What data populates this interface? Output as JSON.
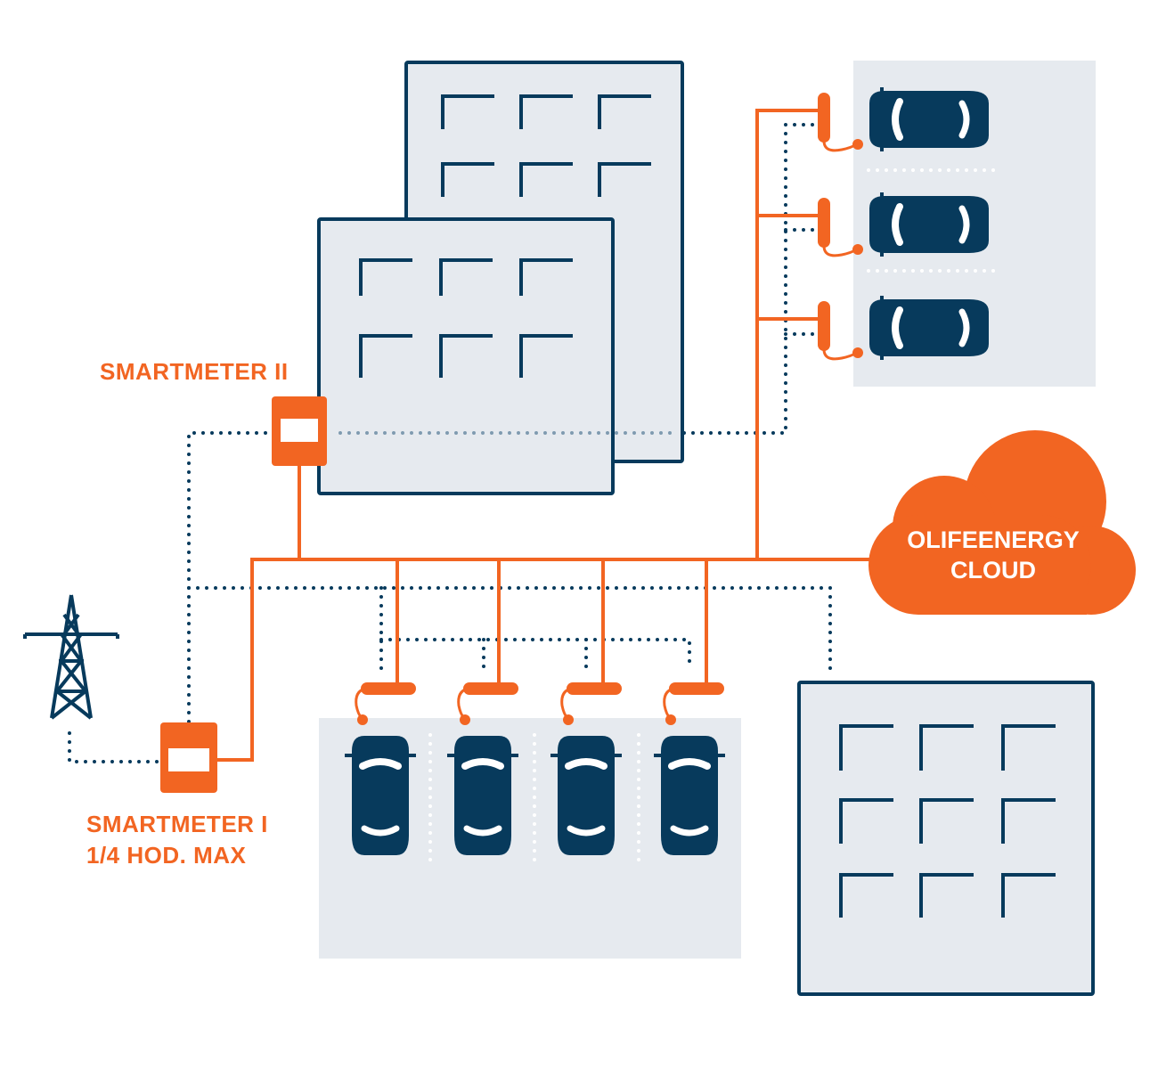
{
  "labels": {
    "smartmeter_ii": "SMARTMETER II",
    "smartmeter_i": "SMARTMETER I",
    "smartmeter_i_sub": "1/4 HOD. MAX",
    "cloud_line1": "OLIFEENERGY",
    "cloud_line2": "CLOUD"
  },
  "colors": {
    "accent": "#f26522",
    "navy": "#073a5c",
    "panel": "#e6eaef",
    "white": "#ffffff"
  },
  "icons": {
    "tower": "power-tower-icon",
    "meter": "smartmeter-icon",
    "charger": "charging-station-icon",
    "car": "car-top-view-icon",
    "building": "building-icon",
    "cloud": "cloud-icon"
  }
}
